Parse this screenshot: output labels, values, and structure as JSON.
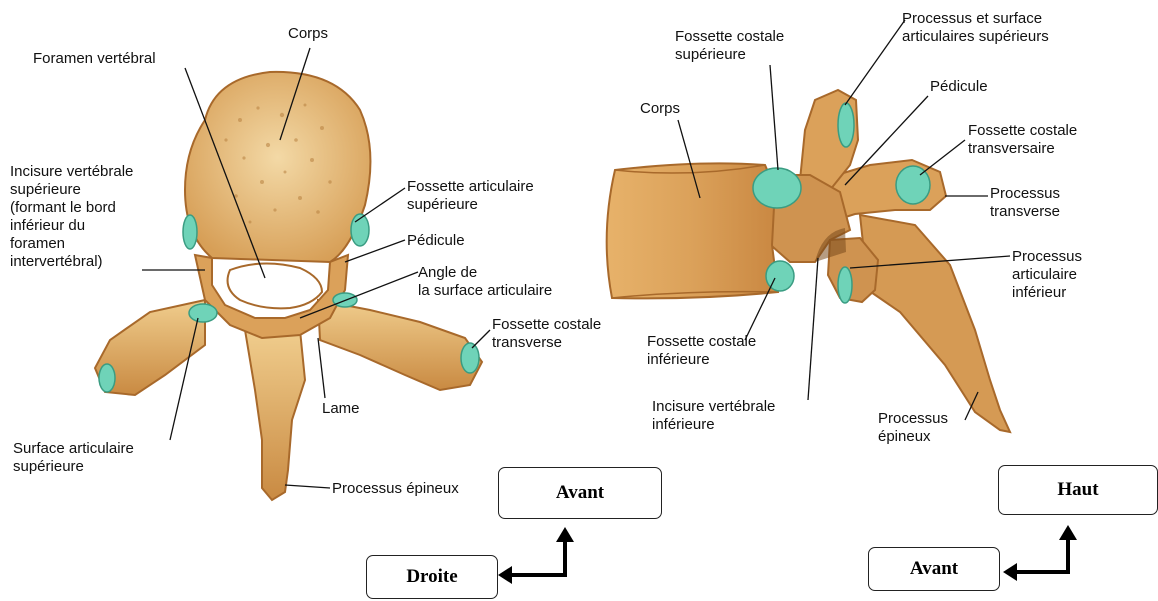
{
  "left_view": {
    "labels": {
      "corps": "Corps",
      "foramen_vertebral": "Foramen vertébral",
      "incisure_superieure": "Incisure vertébrale\nsupérieure\n(formant le bord\ninférieur du\nforamen\nintervertébral)",
      "fossette_articulaire_superieure": "Fossette articulaire\nsupérieure",
      "pedicule": "Pédicule",
      "angle_surface_articulaire": "Angle de\nla surface articulaire",
      "fossette_costale_transverse": "Fossette costale\ntransverse",
      "lame": "Lame",
      "surface_articulaire_superieure": "Surface articulaire\nsupérieure",
      "processus_epineux": "Processus épineux"
    },
    "orientation": {
      "forward": "Avant",
      "side": "Droite"
    }
  },
  "right_view": {
    "labels": {
      "fossette_costale_superieure": "Fossette costale\nsupérieure",
      "processus_surface_articulaires_sup": "Processus et surface\narticulaires supérieurs",
      "pedicule": "Pédicule",
      "corps": "Corps",
      "fossette_costale_transversaire": "Fossette costale\ntransversaire",
      "processus_transverse": "Processus\ntransverse",
      "processus_articulaire_inferieur": "Processus\narticulaire\ninférieur",
      "fossette_costale_inferieure": "Fossette costale\ninférieure",
      "incisure_inferieure": "Incisure vertébrale\ninférieure",
      "processus_epineux": "Processus\népineux"
    },
    "orientation": {
      "up": "Haut",
      "forward": "Avant"
    }
  },
  "colors": {
    "bone": "#d9a055",
    "bone_light": "#f0cd8d",
    "bone_dark": "#a8692b",
    "cartilage": "#6fd3b8"
  }
}
